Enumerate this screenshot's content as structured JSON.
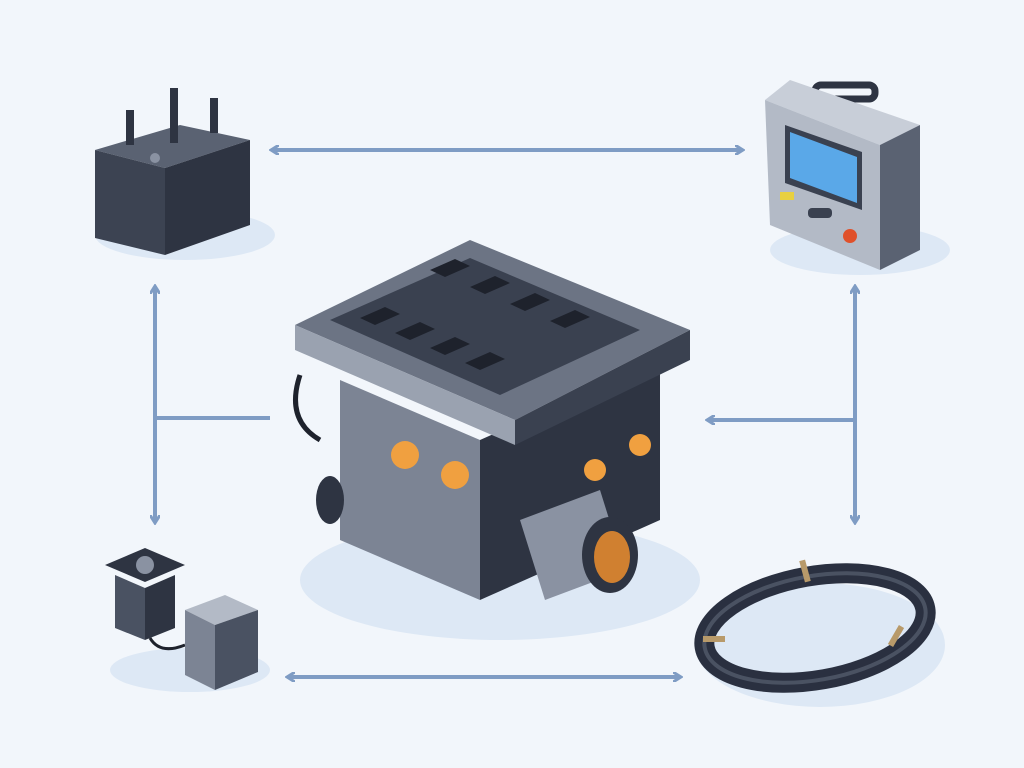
{
  "colors": {
    "background": "#f2f6fb",
    "connector": "#7f9cc4",
    "engine_dark": "#3a4150",
    "engine_metal": "#7c8494",
    "glow": "#f0a040",
    "screen": "#5aa8e8",
    "ring": "#2a3040",
    "ring_band": "#b89a6a"
  },
  "components": [
    {
      "id": "engine",
      "icon": "engine-icon"
    },
    {
      "id": "battery",
      "icon": "battery-icon"
    },
    {
      "id": "control-unit",
      "icon": "control-unit-icon"
    },
    {
      "id": "sensors",
      "icon": "sensor-icon"
    },
    {
      "id": "seal-ring",
      "icon": "ring-icon"
    }
  ],
  "connections": [
    {
      "from": "battery",
      "to": "control-unit",
      "direction": "both"
    },
    {
      "from": "battery",
      "to": "sensors",
      "direction": "both"
    },
    {
      "from": "control-unit",
      "to": "seal-ring",
      "direction": "both"
    },
    {
      "from": "control-unit",
      "to": "engine",
      "direction": "to-engine"
    },
    {
      "from": "sensors",
      "to": "seal-ring",
      "direction": "both"
    },
    {
      "from": "engine",
      "to": "battery-sensors-link",
      "direction": "none"
    }
  ]
}
